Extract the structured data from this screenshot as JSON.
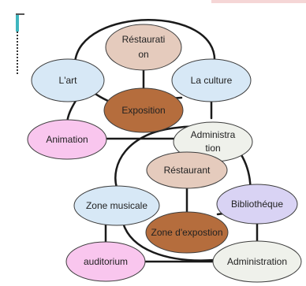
{
  "colors": {
    "blue": "#d7e8f6",
    "tan": "#e5cbbd",
    "brown": "#b56d3d",
    "pink": "#f9c6ee",
    "cream": "#eff1eb",
    "lavender": "#d9d3f4",
    "line": "#1a1a1a",
    "border": "#3d3d3d",
    "text": "#222222",
    "top_bar": "#f5d6d6",
    "icon_teal": "#3fb6bf"
  },
  "diagram": {
    "nodes": [
      {
        "id": "art",
        "lines": [
          "L'art"
        ],
        "color": "blue"
      },
      {
        "id": "restauration",
        "lines": [
          "Réstaurati",
          "on"
        ],
        "color": "tan"
      },
      {
        "id": "culture",
        "lines": [
          "La culture"
        ],
        "color": "blue"
      },
      {
        "id": "exposition",
        "lines": [
          "Exposition"
        ],
        "color": "brown"
      },
      {
        "id": "animation",
        "lines": [
          "Animation"
        ],
        "color": "pink"
      },
      {
        "id": "administration-top",
        "lines": [
          "Administra",
          "tion"
        ],
        "color": "cream"
      },
      {
        "id": "restaurant",
        "lines": [
          "Réstaurant"
        ],
        "color": "tan"
      },
      {
        "id": "zone-musicale",
        "lines": [
          "Zone musicale"
        ],
        "color": "blue"
      },
      {
        "id": "bibliotheque",
        "lines": [
          "Bibliothéque"
        ],
        "color": "lavender"
      },
      {
        "id": "zone-exposition",
        "lines": [
          "Zone d'expostion"
        ],
        "color": "brown"
      },
      {
        "id": "auditorium",
        "lines": [
          "auditorium"
        ],
        "color": "pink"
      },
      {
        "id": "administration-bottom",
        "lines": [
          "Administration"
        ],
        "color": "cream"
      }
    ]
  }
}
